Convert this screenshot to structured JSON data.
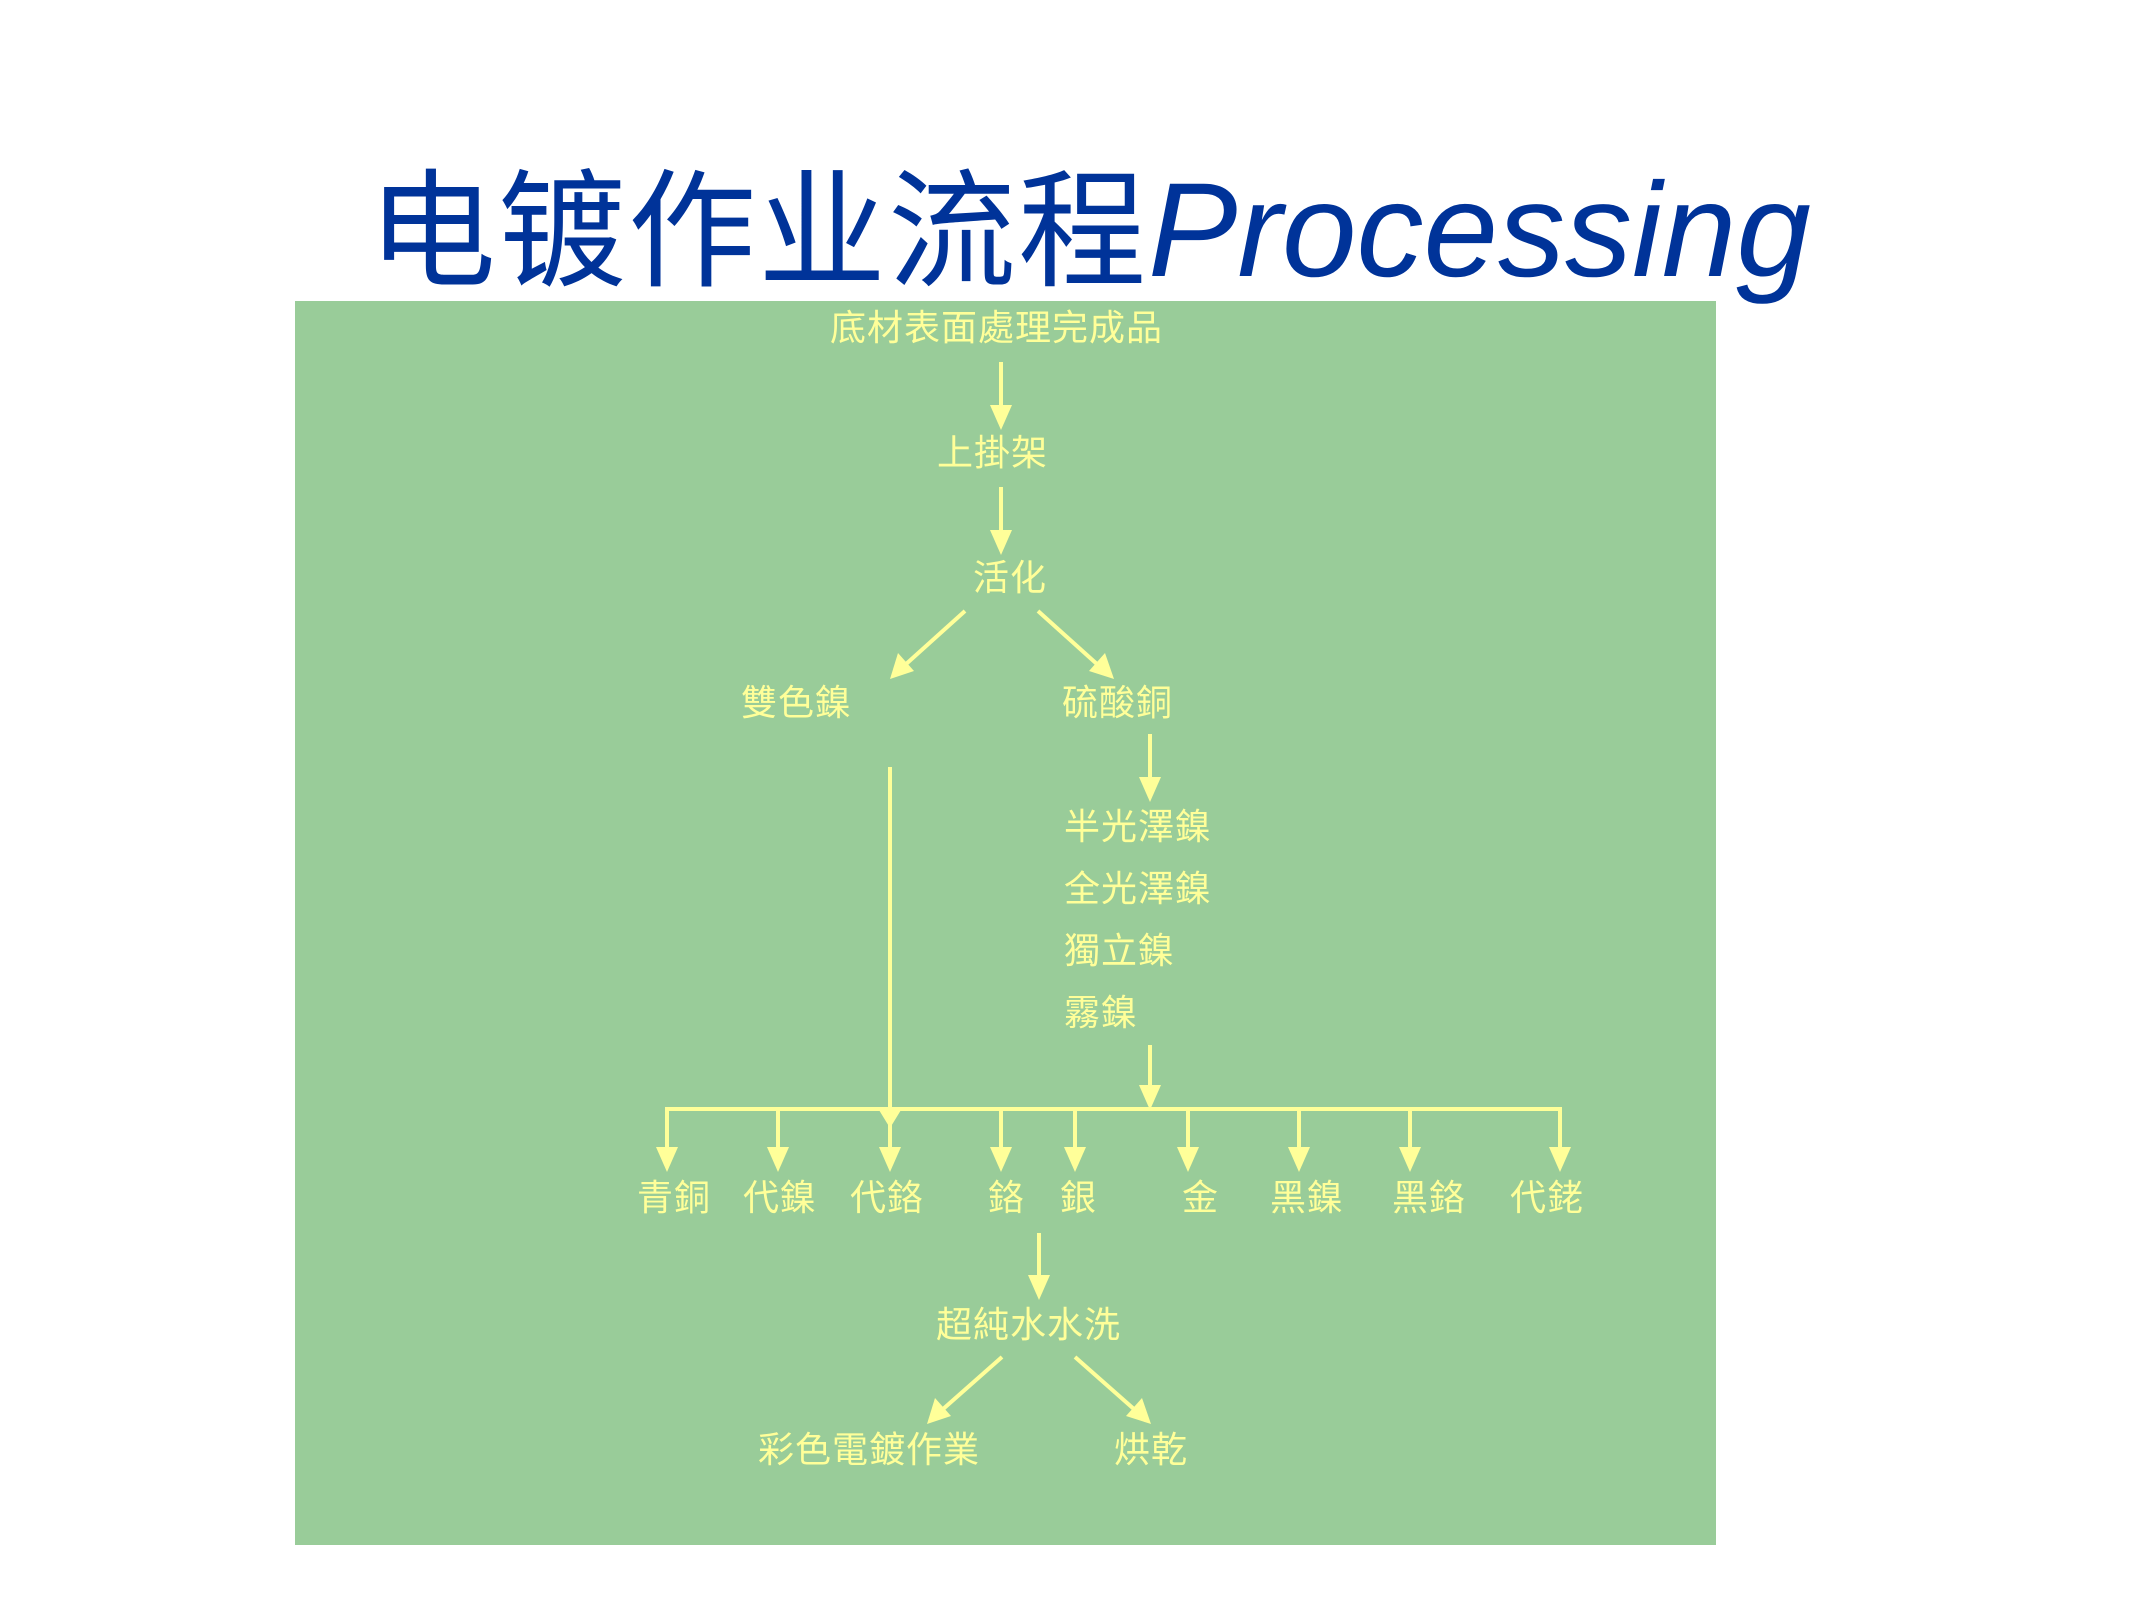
{
  "title": {
    "chinese": "电镀作业流程",
    "english": "Processing",
    "color": "#003399"
  },
  "colors": {
    "panel_background": "#99CC99",
    "flow_text_and_arrows": "#FFFF99",
    "page_background": "#FFFFFF"
  },
  "flow": {
    "start": "底材表面處理完成品",
    "step2": "上掛架",
    "step3": "活化",
    "branch_left": "雙色鎳",
    "branch_right": "硫酸銅",
    "nickel_options": [
      "半光澤鎳",
      "全光澤鎳",
      "獨立鎳",
      "霧鎳"
    ],
    "finishes": [
      "青銅",
      "代鎳",
      "代鉻",
      "鉻",
      "銀",
      "金",
      "黑鎳",
      "黑鉻",
      "代銠"
    ],
    "rinse": "超純水水洗",
    "end_left": "彩色電鍍作業",
    "end_right": "烘乾"
  }
}
